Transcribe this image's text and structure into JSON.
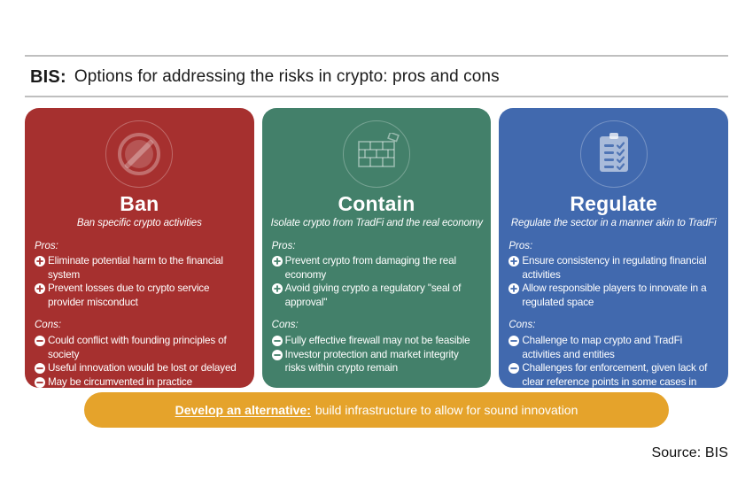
{
  "header": {
    "org": "BIS:",
    "title": "Options for addressing the risks in crypto: pros and cons"
  },
  "panels": [
    {
      "key": "ban",
      "color": "#a6302f",
      "icon": "prohibition-sign-icon",
      "title": "Ban",
      "subtitle": "Ban specific crypto activities",
      "pros_label": "Pros:",
      "pros": [
        "Eliminate potential harm to the financial system",
        "Prevent losses due to crypto service provider misconduct"
      ],
      "cons_label": "Cons:",
      "cons": [
        "Could conflict with founding principles of society",
        "Useful innovation would be lost or delayed",
        "May be circumvented in practice"
      ]
    },
    {
      "key": "contain",
      "color": "#43806a",
      "icon": "brick-wall-icon",
      "title": "Contain",
      "subtitle": "Isolate crypto from TradFi and the real economy",
      "pros_label": "Pros:",
      "pros": [
        "Prevent crypto from damaging the real economy",
        "Avoid giving crypto a regulatory \"seal of approval\""
      ],
      "cons_label": "Cons:",
      "cons": [
        "Fully effective firewall may not be feasible",
        "Investor protection and market integrity risks within crypto remain"
      ]
    },
    {
      "key": "regulate",
      "color": "#4169ae",
      "icon": "clipboard-checklist-icon",
      "title": "Regulate",
      "subtitle": "Regulate the sector in a manner akin to TradFi",
      "pros_label": "Pros:",
      "pros": [
        "Ensure consistency in regulating financial activities",
        "Allow responsible players to innovate in a regulated space"
      ],
      "cons_label": "Cons:",
      "cons": [
        "Challenge to map crypto and TradFi activities and entities",
        "Challenges for enforcement, given lack of clear reference points in some cases in DeFi"
      ]
    }
  ],
  "banner": {
    "lead": "Develop an alternative:",
    "rest": "build infrastructure to allow for sound innovation",
    "color": "#e5a32b"
  },
  "source": "Source: BIS"
}
